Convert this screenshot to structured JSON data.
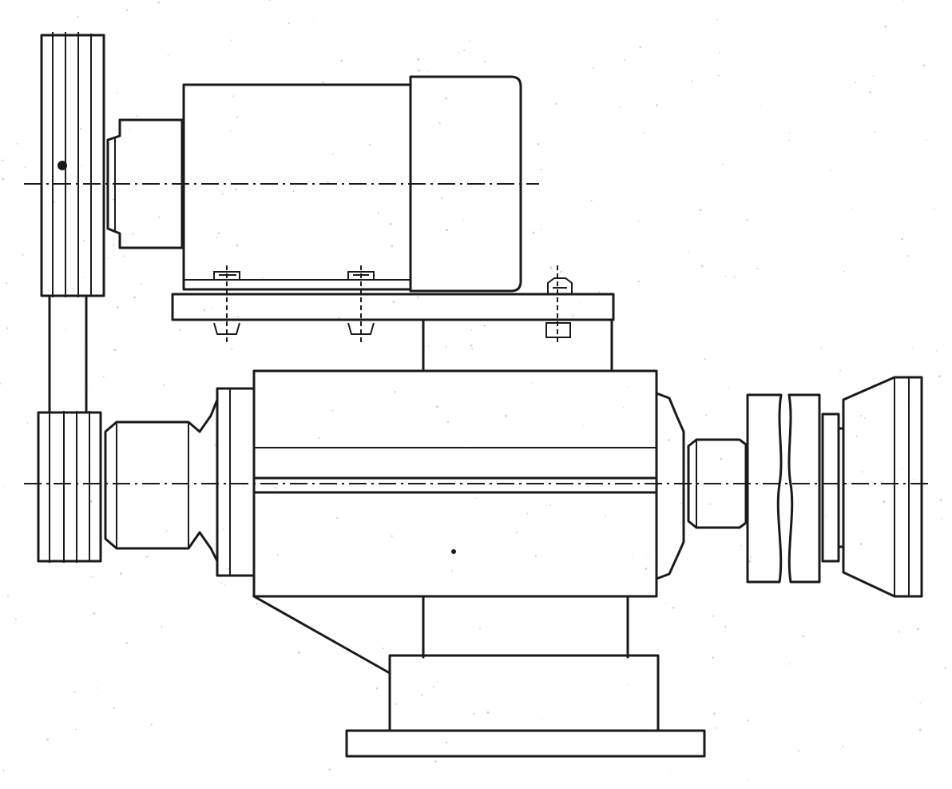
{
  "figure": {
    "type": "mechanical-drawing",
    "components": [
      "belt-pulley",
      "electric-motor",
      "motor-mount-plate",
      "spindle-housing",
      "grinding-wheel",
      "pedestal-base"
    ]
  },
  "colors": {
    "line": "#1a1a1a",
    "background": "#ffffff"
  }
}
